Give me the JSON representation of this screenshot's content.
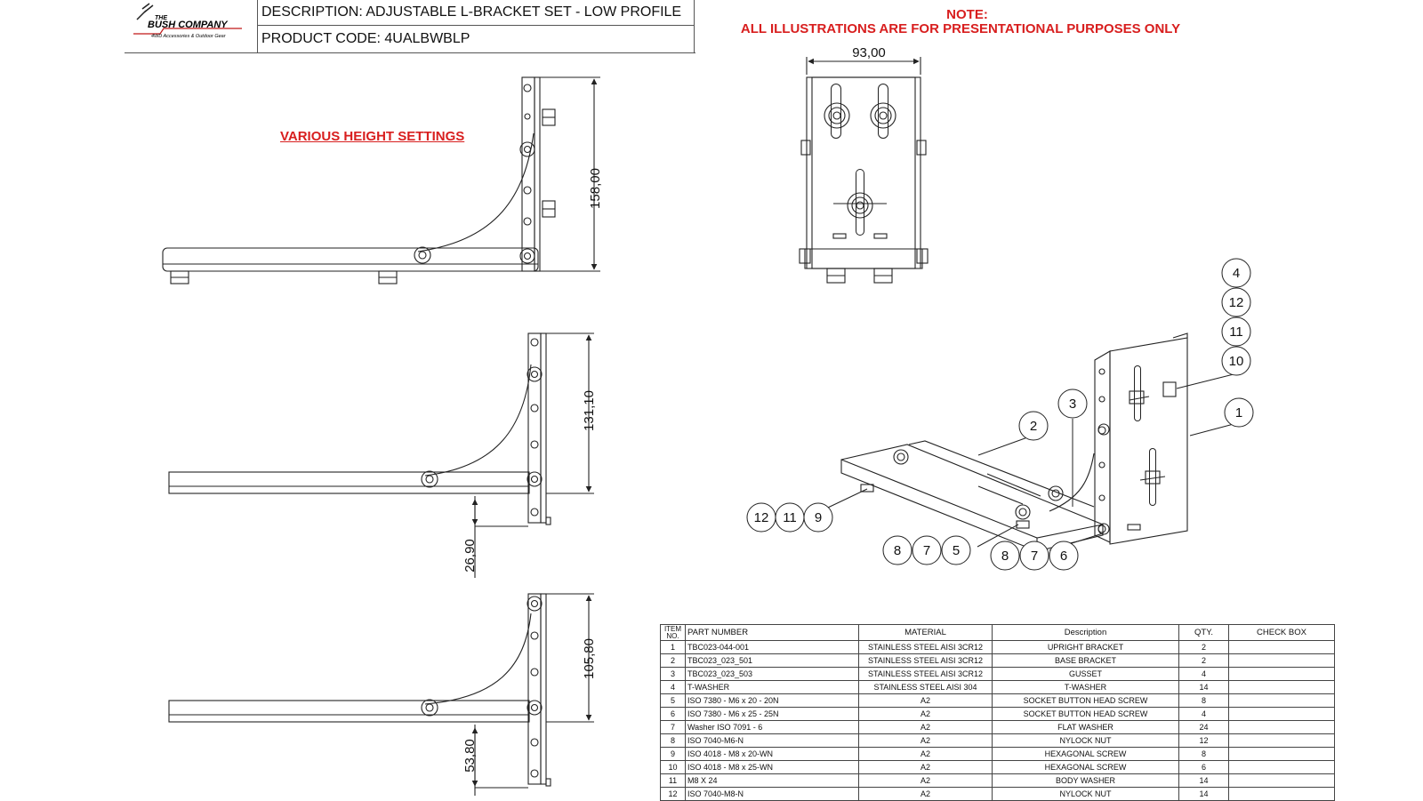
{
  "title_block": {
    "logo": {
      "line1": "THE",
      "line2": "BUSH COMPANY",
      "line3": "4WD Accessories & Outdoor Gear"
    },
    "description": "DESCRIPTION: ADJUSTABLE L-BRACKET SET - LOW PROFILE",
    "product_code": "PRODUCT CODE: 4UALBWBLP"
  },
  "note": {
    "line1": "NOTE:",
    "line2": "ALL ILLUSTRATIONS ARE FOR PRESENTATIONAL PURPOSES ONLY"
  },
  "various_label": "VARIOUS HEIGHT SETTINGS",
  "dimensions": {
    "view1_height": "158,00",
    "view2_height": "131,10",
    "view2_offset": "26,90",
    "view3_height": "105,80",
    "view3_offset": "53,80",
    "front_width": "93,00"
  },
  "balloons": {
    "b4": "4",
    "b12": "12",
    "b11": "11",
    "b10": "10",
    "b1": "1",
    "b3": "3",
    "b2": "2",
    "g1a": "12",
    "g1b": "11",
    "g1c": "9",
    "g2a": "8",
    "g2b": "7",
    "g2c": "5",
    "g3a": "8",
    "g3b": "7",
    "g3c": "6"
  },
  "bom": {
    "headers": [
      "ITEM NO.",
      "PART NUMBER",
      "MATERIAL",
      "Description",
      "QTY.",
      "CHECK BOX"
    ],
    "rows": [
      [
        "1",
        "TBC023-044-001",
        "STAINLESS STEEL AISI 3CR12",
        "UPRIGHT BRACKET",
        "2",
        ""
      ],
      [
        "2",
        "TBC023_023_501",
        "STAINLESS STEEL AISI 3CR12",
        "BASE BRACKET",
        "2",
        ""
      ],
      [
        "3",
        "TBC023_023_503",
        "STAINLESS STEEL AISI 3CR12",
        "GUSSET",
        "4",
        ""
      ],
      [
        "4",
        "T-WASHER",
        "STAINLESS STEEL AISI 304",
        "T-WASHER",
        "14",
        ""
      ],
      [
        "5",
        "ISO 7380 - M6 x 20 - 20N",
        "A2",
        "SOCKET BUTTON HEAD SCREW",
        "8",
        ""
      ],
      [
        "6",
        "ISO 7380 - M6 x 25 - 25N",
        "A2",
        "SOCKET BUTTON HEAD SCREW",
        "4",
        ""
      ],
      [
        "7",
        "Washer ISO 7091 - 6",
        "A2",
        "FLAT WASHER",
        "24",
        ""
      ],
      [
        "8",
        "ISO 7040-M6-N",
        "A2",
        "NYLOCK NUT",
        "12",
        ""
      ],
      [
        "9",
        "ISO 4018 - M8 x 20-WN",
        "A2",
        "HEXAGONAL SCREW",
        "8",
        ""
      ],
      [
        "10",
        "ISO 4018 - M8 x 25-WN",
        "A2",
        "HEXAGONAL SCREW",
        "6",
        ""
      ],
      [
        "11",
        "M8 X 24",
        "A2",
        "BODY WASHER",
        "14",
        ""
      ],
      [
        "12",
        "ISO 7040-M8-N",
        "A2",
        "NYLOCK NUT",
        "14",
        ""
      ]
    ]
  }
}
